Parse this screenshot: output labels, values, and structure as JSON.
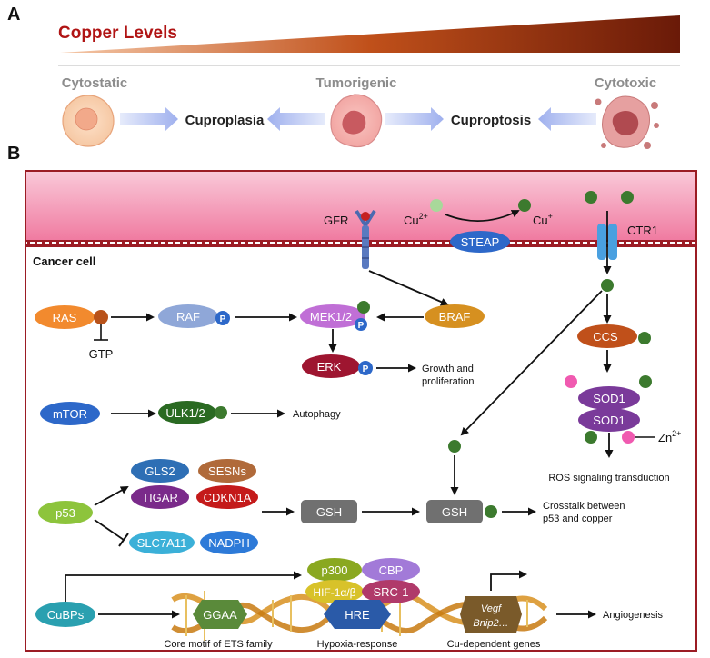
{
  "panelA": {
    "letter": "A",
    "title": "Copper Levels",
    "states": {
      "cytostatic": "Cytostatic",
      "tumorigenic": "Tumorigenic",
      "cytotoxic": "Cytotoxic"
    },
    "outcomes": {
      "cuproplasia": "Cuproplasia",
      "cuproptosis": "Cuproptosis"
    }
  },
  "panelB": {
    "letter": "B",
    "cell_label": "Cancer cell",
    "membrane": {
      "gfr": "GFR",
      "cu2_base": "Cu",
      "cu2_sup": "2+",
      "cu1_base": "Cu",
      "cu1_sup": "+",
      "steap": "STEAP",
      "ctr1": "CTR1"
    },
    "nodes": {
      "ras": "RAS",
      "gtp": "GTP",
      "raf": "RAF",
      "p": "P",
      "mek": "MEK1/2",
      "braf": "BRAF",
      "erk": "ERK",
      "growth": "Growth and proliferation",
      "mtor": "mTOR",
      "ulk": "ULK1/2",
      "autophagy": "Autophagy",
      "ccs": "CCS",
      "sod1": "SOD1",
      "zn_base": "Zn",
      "zn_sup": "2+",
      "ros": "ROS signaling transduction",
      "p53": "p53",
      "gls2": "GLS2",
      "sesns": "SESNs",
      "tigar": "TIGAR",
      "cdkn1a": "CDKN1A",
      "slc7a11": "SLC7A11",
      "nadph": "NADPH",
      "gsh": "GSH",
      "crosstalk": "Crosstalk between p53 and copper",
      "cubps": "CuBPs",
      "p300": "p300",
      "cbp": "CBP",
      "hif": "HIF-1α/β",
      "src1": "SRC-1",
      "ggaa": "GGAA",
      "hre": "HRE",
      "vegf": "Vegf",
      "bnip2": "Bnip2…",
      "angiogenesis": "Angiogenesis"
    },
    "captions": {
      "ets": "Core motif of ETS family",
      "hypoxia": "Hypoxia-response",
      "cu_genes": "Cu-dependent genes"
    }
  },
  "colors": {
    "copper_dark": "#8a2a0a",
    "title_red": "#b01414",
    "border_red": "#9b1c24",
    "copper_dot": "#3c7a2e",
    "ras": "#f28a2e",
    "raf": "#8fa7d8",
    "mek": "#c06fd6",
    "braf": "#d69020",
    "erk": "#9e1530",
    "mtor": "#2d68c9",
    "ulk": "#2a6a22",
    "ccs": "#c0501a",
    "sod1": "#7a3a9a",
    "p53": "#8dc43c",
    "gls2": "#2e6fb5",
    "sesns": "#b06a3a",
    "tigar": "#7a2a8a",
    "cdkn1a": "#c41a1a",
    "slc7a11": "#3bb0d8",
    "nadph": "#2d7ad8",
    "gsh": "#707070",
    "cubps": "#2aa0b0",
    "p300": "#8aa820",
    "cbp": "#a27ad8",
    "hif": "#d8c22a",
    "src1": "#b03a6a",
    "ggaa": "#5a8a3a",
    "hre": "#2a5aa8",
    "vegf": "#7a5a2a"
  }
}
